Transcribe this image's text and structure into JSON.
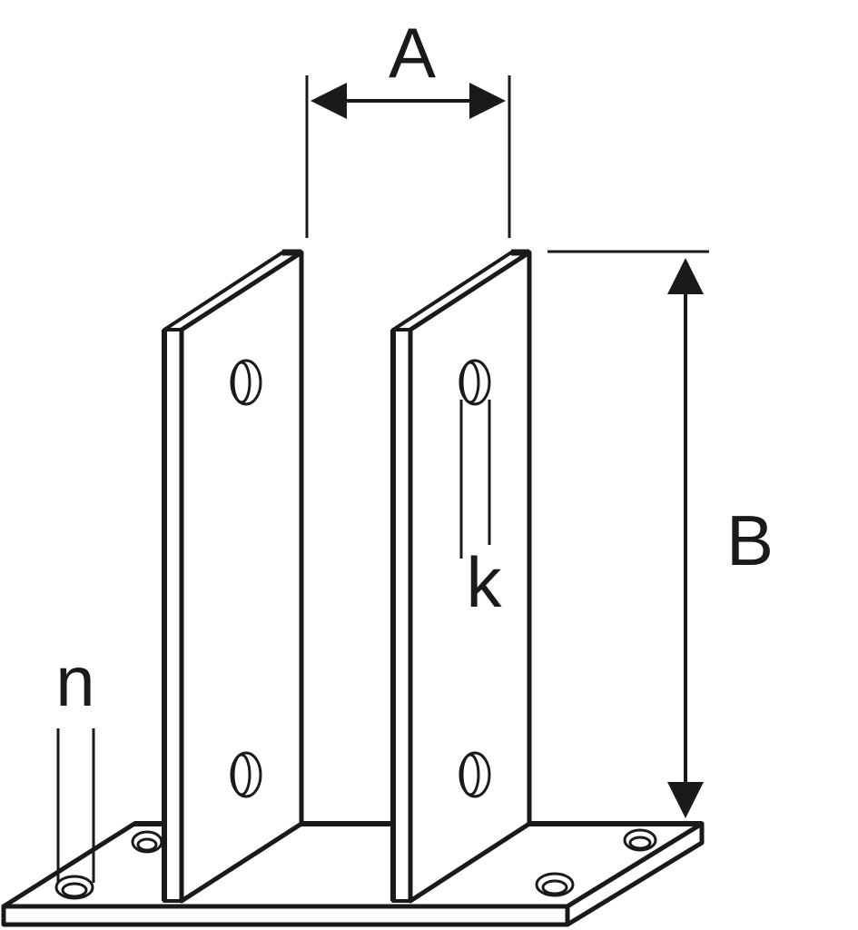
{
  "labels": {
    "width_dimension": "A",
    "height_dimension": "B",
    "slot_label": "k",
    "hole_label": "n"
  },
  "colors": {
    "stroke": "#1a1a1a",
    "fill": "#ffffff"
  }
}
